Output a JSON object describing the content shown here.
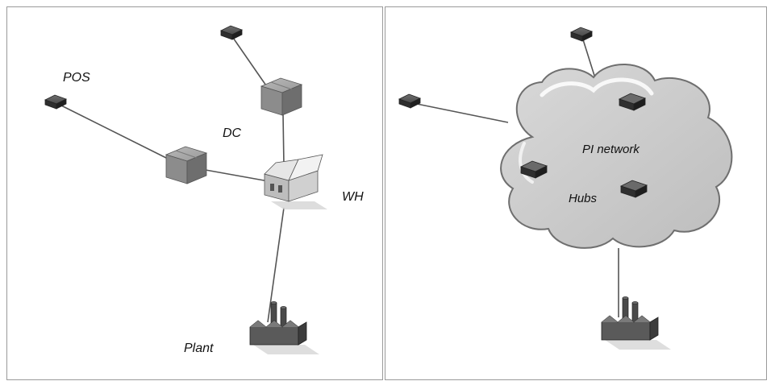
{
  "left_panel": {
    "labels": {
      "pos": "POS",
      "dc": "DC",
      "wh": "WH",
      "plant": "Plant"
    }
  },
  "right_panel": {
    "labels": {
      "network": "PI network",
      "hubs": "Hubs"
    }
  },
  "colors": {
    "panel_border": "#9a9a9a",
    "line": "#555555",
    "cloud_fill": "#c9c9c9",
    "cloud_stroke": "#6f6f6f",
    "box": "#8a8a8a",
    "device": "#3a3a3a",
    "factory": "#5b5b5b"
  },
  "icons": {
    "device": "pos-terminal-icon",
    "box": "distribution-box-icon",
    "house": "warehouse-icon",
    "factory": "factory-icon",
    "hub": "hub-icon",
    "cloud": "cloud-icon"
  }
}
